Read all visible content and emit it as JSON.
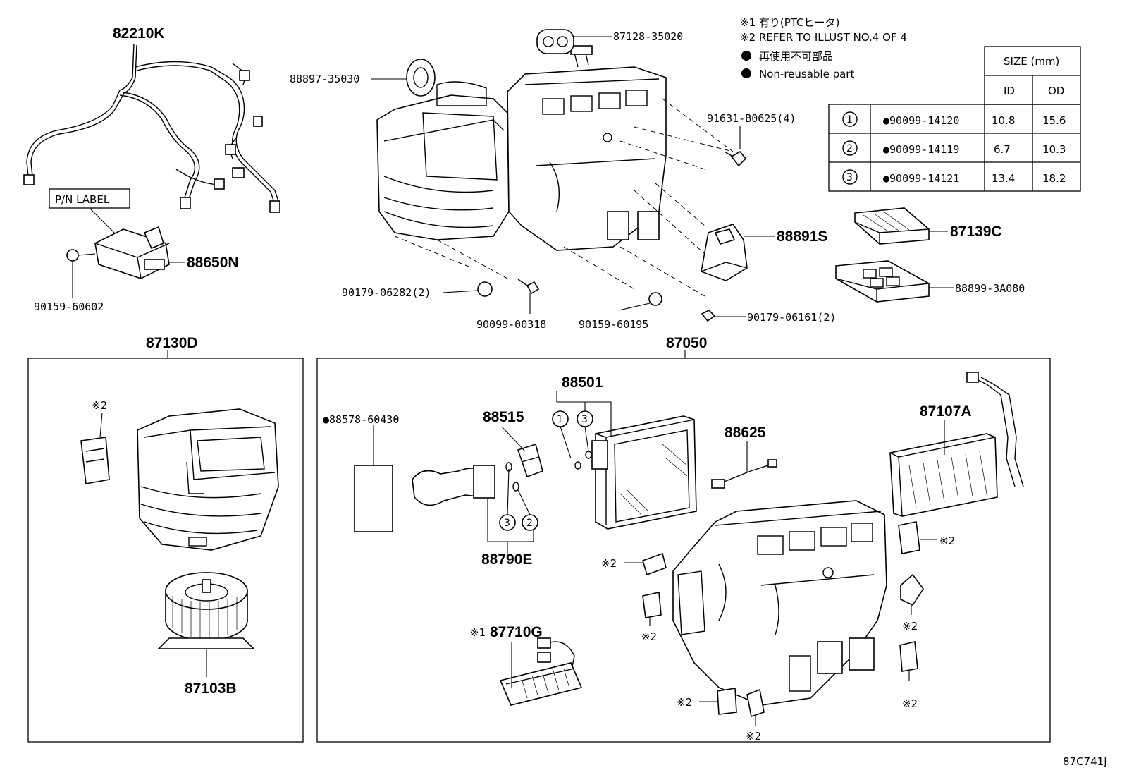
{
  "notes": {
    "note1": "※1 有り(PTCヒータ)",
    "note2": "※2 REFER TO ILLUST NO.4 OF 4",
    "legend_jp": "再使用不可部品",
    "legend_en": "Non-reusable part"
  },
  "size_table": {
    "title": "SIZE (mm)",
    "col_id": "ID",
    "col_od": "OD",
    "rows": [
      {
        "mark": "1",
        "part": "●90099-14120",
        "id": "10.8",
        "od": "15.6"
      },
      {
        "mark": "2",
        "part": "●90099-14119",
        "id": "6.7",
        "od": "10.3"
      },
      {
        "mark": "3",
        "part": "●90099-14121",
        "id": "13.4",
        "od": "18.2"
      }
    ]
  },
  "parts": {
    "p82210K": "82210K",
    "pn_label": "P/N LABEL",
    "p88650N": "88650N",
    "p90159_60602": "90159-60602",
    "p87128_35020": "87128-35020",
    "p88897_35030": "88897-35030",
    "p91631_B0625": "91631-B0625(4)",
    "p88891S": "88891S",
    "p87139C": "87139C",
    "p88899_3A080": "88899-3A080",
    "p90179_06282": "90179-06282(2)",
    "p90099_00318": "90099-00318",
    "p90159_60195": "90159-60195",
    "p90179_06161": "90179-06161(2)",
    "p87130D": "87130D",
    "p87050": "87050",
    "p87103B": "87103B",
    "p88578_60430": "●88578-60430",
    "p88515": "88515",
    "p88501": "88501",
    "p88625": "88625",
    "p87107A": "87107A",
    "p88790E": "88790E",
    "p87710G": "87710G",
    "ref1": "※1",
    "ref2": "※2",
    "circle1": "1",
    "circle2": "2",
    "circle3": "3"
  },
  "footer": {
    "illust_id": "87C741J"
  }
}
